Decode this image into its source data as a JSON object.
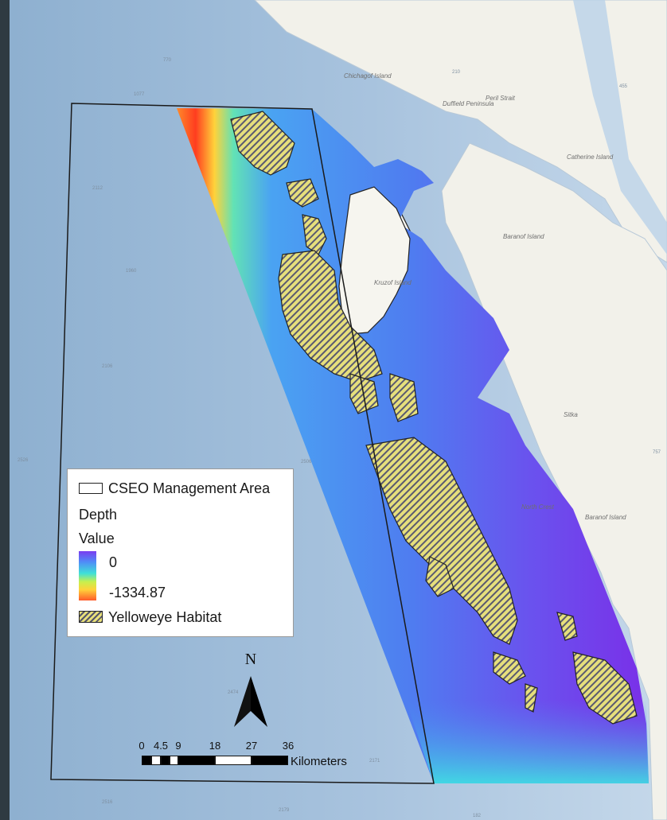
{
  "map": {
    "place_labels": [
      "Chichagof Island",
      "Duffield Peninsula",
      "Peril Strait",
      "Catherine Island",
      "Baranof Island",
      "Kruzof Island",
      "Sitka",
      "North Crest",
      "Baranof Island"
    ],
    "depth_labels": [
      "1077",
      "2112",
      "770",
      "1960",
      "2106",
      "2526",
      "2506",
      "2474",
      "2171",
      "2516",
      "2179",
      "182",
      "210",
      "455",
      "757"
    ]
  },
  "legend": {
    "management_area": "CSEO Management Area",
    "depth_title": "Depth",
    "value_title": "Value",
    "value_high": "0",
    "value_low": "-1334.87",
    "habitat": "Yelloweye Habitat"
  },
  "north_arrow": {
    "label": "N"
  },
  "scale_bar": {
    "ticks": [
      "0",
      "4.5",
      "9",
      "18",
      "27",
      "36"
    ],
    "tick_values_km": [
      0,
      4.5,
      9,
      18,
      27,
      36
    ],
    "units": "Kilometers"
  },
  "colors": {
    "depth_shallow": "#7a3cf0",
    "depth_mid": "#3fe0d8",
    "depth_deep": "#ff5a2a",
    "habitat_fill": "#e8e07a",
    "land": "#f2f1ea",
    "ocean": "#a9c6e0"
  }
}
